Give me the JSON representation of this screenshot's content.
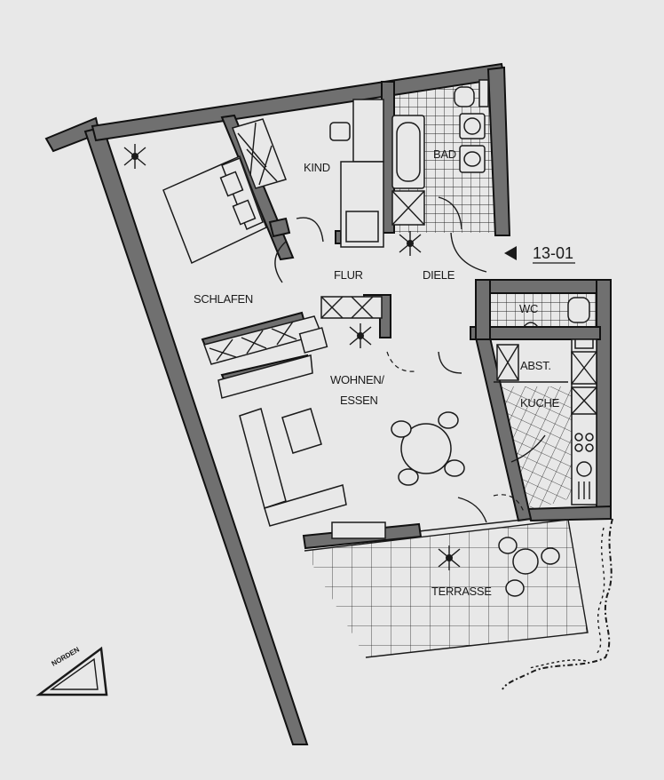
{
  "unit_label": "13-01",
  "north_label": "NORDEN",
  "rooms": {
    "kind": "KIND",
    "bad": "BAD",
    "schlafen": "SCHLAFEN",
    "flur": "FLUR",
    "diele": "DIELE",
    "wc": "WC",
    "abst": "ABST.",
    "kuche": "KUCHE",
    "wohnen_line1": "WOHNEN/",
    "wohnen_line2": "ESSEN",
    "terrasse": "TERRASSE"
  },
  "colors": {
    "wall": "#707070",
    "line": "#1a1a1a",
    "background": "#e8e8e8"
  }
}
